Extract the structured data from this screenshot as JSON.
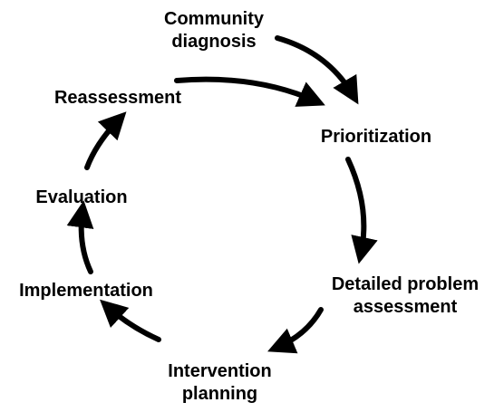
{
  "diagram": {
    "type": "cycle",
    "stroke_color": "#000000",
    "text_color": "#000000",
    "background": "#ffffff",
    "stages": [
      {
        "id": "community-diagnosis",
        "lines": [
          "Community",
          "diagnosis"
        ]
      },
      {
        "id": "prioritization",
        "lines": [
          "Prioritization"
        ]
      },
      {
        "id": "detailed-problem-assessment",
        "lines": [
          "Detailed problem",
          "assessment"
        ]
      },
      {
        "id": "intervention-planning",
        "lines": [
          "Intervention",
          "planning"
        ]
      },
      {
        "id": "implementation",
        "lines": [
          "Implementation"
        ]
      },
      {
        "id": "evaluation",
        "lines": [
          "Evaluation"
        ]
      },
      {
        "id": "reassessment",
        "lines": [
          "Reassessment"
        ]
      }
    ],
    "connections": [
      {
        "from": "community-diagnosis",
        "to": "prioritization"
      },
      {
        "from": "reassessment",
        "to": "prioritization"
      },
      {
        "from": "prioritization",
        "to": "detailed-problem-assessment"
      },
      {
        "from": "detailed-problem-assessment",
        "to": "intervention-planning"
      },
      {
        "from": "intervention-planning",
        "to": "implementation"
      },
      {
        "from": "implementation",
        "to": "evaluation"
      },
      {
        "from": "evaluation",
        "to": "reassessment"
      }
    ]
  }
}
